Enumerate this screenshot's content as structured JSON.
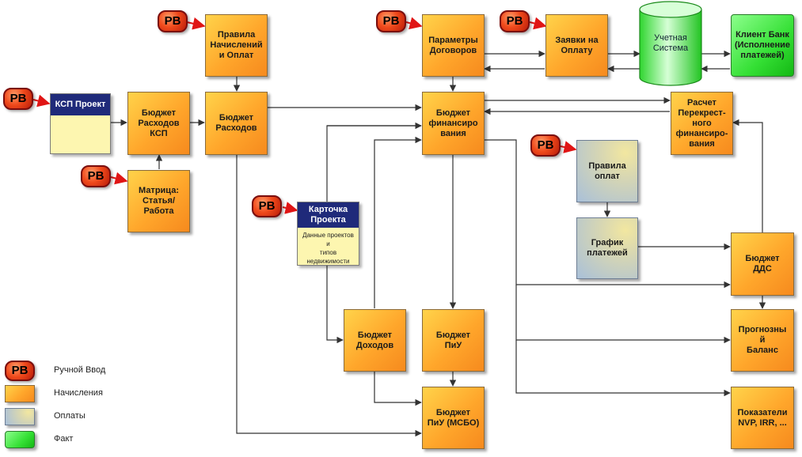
{
  "badge_label": "РВ",
  "nodes": {
    "pravila_nachisleniy": "Правила\nНачислений\nи Оплат",
    "parametry_dogovorov": "Параметры\nДоговоров",
    "zayavki_na_oplatu": "Заявки на\nОплату",
    "uchetnaya_sistema": "Учетная\nСистема",
    "klient_bank": "Клиент Банк\n(Исполнение\nплатежей)",
    "ksp_proekt_title": "КСП Проект",
    "byudzhet_raskhodov_ksp": "Бюджет\nРасходов\nКСП",
    "byudzhet_raskhodov": "Бюджет\nРасходов",
    "byudzhet_finansirovaniya": "Бюджет\nфинансиро\nвания",
    "raschet_perekrestnogo": "Расчет\nПерекрест-\nного\nфинансиро-\nвания",
    "matritsa": "Матрица:\nСтатья/\nРабота",
    "pravila_oplat": "Правила\nоплат",
    "kartochka_proekta": "Карточка\nПроекта",
    "kartochka_body": "Данные проектов и\nтипов\nнедвижимости",
    "grafik_platezhey": "График\nплатежей",
    "byudzhet_dds": "Бюджет\nДДС",
    "byudzhet_dokhodov": "Бюджет\nДоходов",
    "byudzhet_piu": "Бюджет\nПиУ",
    "prognoznyy_balans": "Прогнозны\nй\nБаланс",
    "byudzhet_piu_msfo": "Бюджет\nПиУ (МСБО)",
    "pokazateli": "Показатели\nNVP, IRR, ..."
  },
  "legend": {
    "manual": "Ручной Ввод",
    "accruals": "Начисления",
    "payments": "Оплаты",
    "fact": "Факт"
  },
  "colors": {
    "accrual": "#ffa62b",
    "payment": "#a9c0d9",
    "fact": "#35e035",
    "badge": "#f04a1c",
    "card_header": "#1f2a7a",
    "card_body": "#fdf6b0",
    "arrow": "#333333"
  }
}
